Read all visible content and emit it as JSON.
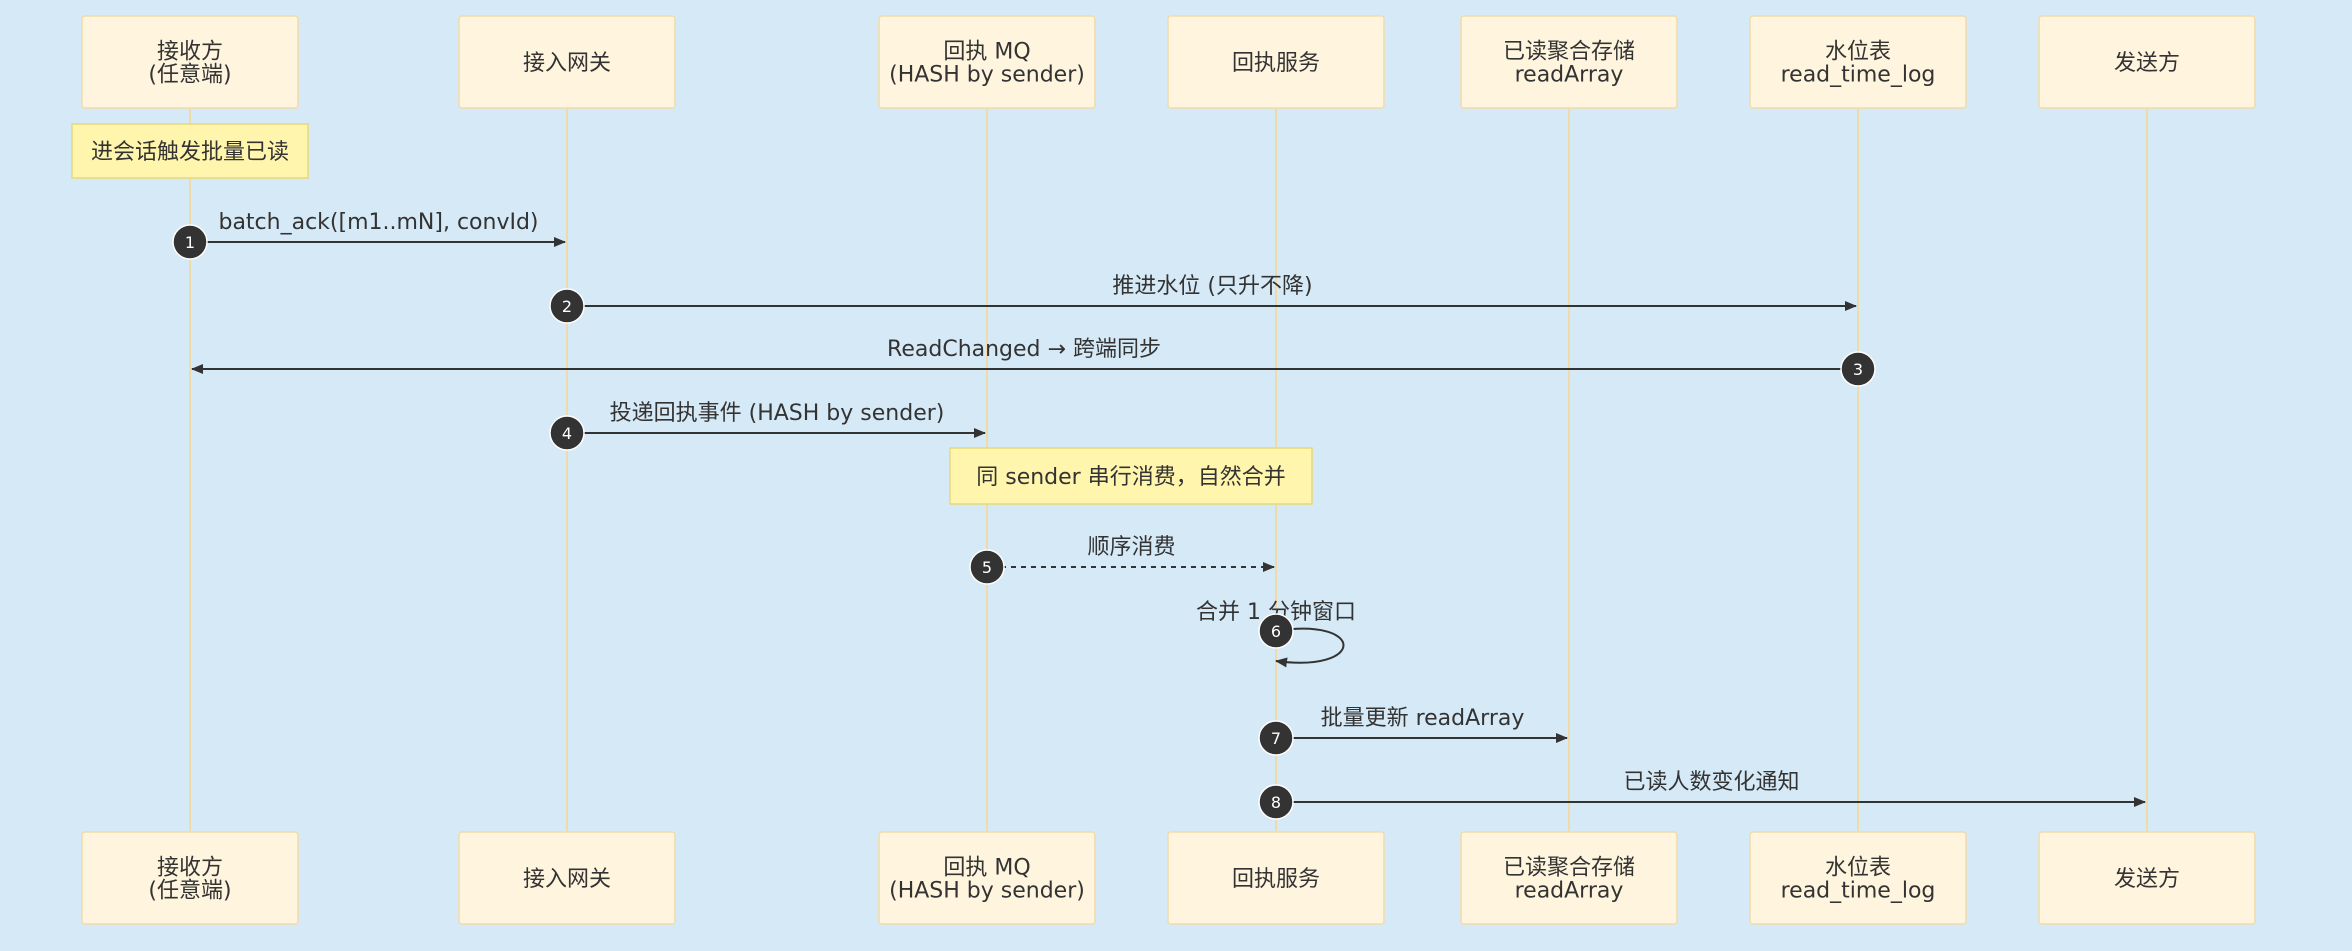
{
  "actors": [
    {
      "id": "receiver",
      "lines": [
        "接收方",
        "(任意端)"
      ]
    },
    {
      "id": "gateway",
      "lines": [
        "接入网关"
      ]
    },
    {
      "id": "mq",
      "lines": [
        "回执 MQ",
        "(HASH by sender)"
      ]
    },
    {
      "id": "receipt-service",
      "lines": [
        "回执服务"
      ]
    },
    {
      "id": "read-store",
      "lines": [
        "已读聚合存储",
        "readArray"
      ]
    },
    {
      "id": "watermark",
      "lines": [
        "水位表",
        "read_time_log"
      ]
    },
    {
      "id": "sender",
      "lines": [
        "发送方"
      ]
    }
  ],
  "notes": [
    {
      "actor": "receiver",
      "text": "进会话触发批量已读"
    },
    {
      "actor": "mq",
      "text": "同 sender 串行消费，自然合并"
    }
  ],
  "messages": [
    {
      "num": "1",
      "from": "receiver",
      "to": "gateway",
      "text": "batch_ack([m1..mN], convId)",
      "style": "solid"
    },
    {
      "num": "2",
      "from": "gateway",
      "to": "watermark",
      "text": "推进水位 (只升不降)",
      "style": "solid"
    },
    {
      "num": "3",
      "from": "watermark",
      "to": "receiver",
      "text": "ReadChanged → 跨端同步",
      "style": "solid"
    },
    {
      "num": "4",
      "from": "gateway",
      "to": "mq",
      "text": "投递回执事件 (HASH by sender)",
      "style": "solid"
    },
    {
      "num": "5",
      "from": "mq",
      "to": "receipt-service",
      "text": "顺序消费",
      "style": "dashed"
    },
    {
      "num": "6",
      "from": "receipt-service",
      "to": "receipt-service",
      "text": "合并 1 分钟窗口",
      "style": "self"
    },
    {
      "num": "7",
      "from": "receipt-service",
      "to": "read-store",
      "text": "批量更新 readArray",
      "style": "solid"
    },
    {
      "num": "8",
      "from": "receipt-service",
      "to": "sender",
      "text": "已读人数变化通知",
      "style": "solid"
    }
  ]
}
